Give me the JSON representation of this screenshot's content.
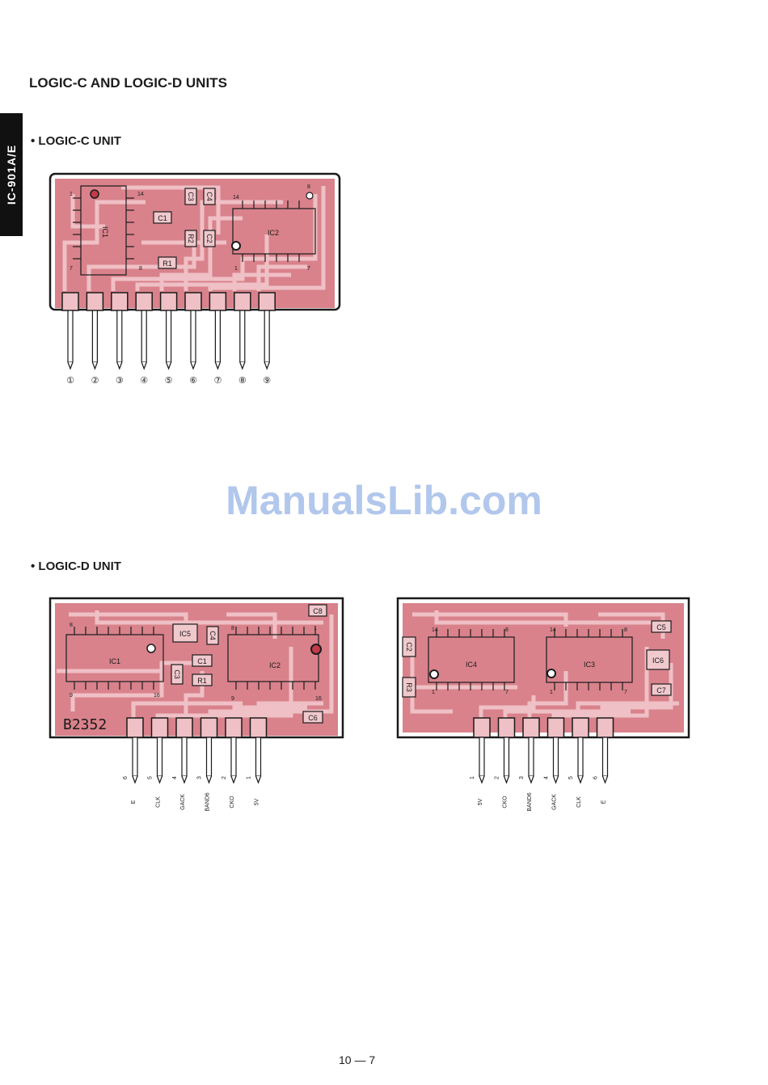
{
  "page": {
    "side_tab": "IC-901A/E",
    "title": "LOGIC-C AND LOGIC-D UNITS",
    "watermark": "ManualsLib.com",
    "page_number": "10 — 7"
  },
  "logic_c": {
    "heading": "• LOGIC-C UNIT",
    "components": [
      "IC1",
      "IC2",
      "C1",
      "C2",
      "C3",
      "C4",
      "R1",
      "R2"
    ],
    "pin_marks": [
      "1",
      "7",
      "14",
      "8",
      "14",
      "8",
      "1",
      "7"
    ],
    "pins": [
      "①",
      "②",
      "③",
      "④",
      "⑤",
      "⑥",
      "⑦",
      "⑧",
      "⑨"
    ]
  },
  "logic_d_left": {
    "heading": "• LOGIC-D UNIT",
    "board_label": "B2352",
    "components": [
      "IC1",
      "IC2",
      "IC5",
      "C1",
      "C3",
      "C4",
      "C6",
      "C8",
      "R1"
    ],
    "pin_marks": [
      "8",
      "9",
      "16",
      "8",
      "1",
      "9",
      "16"
    ],
    "pin_numbers": [
      "6",
      "5",
      "4",
      "3",
      "2",
      "1"
    ],
    "pin_signals": [
      "E",
      "CLK",
      "GACK",
      "BAND6",
      "CKO",
      "5V"
    ]
  },
  "logic_d_right": {
    "components": [
      "IC3",
      "IC4",
      "IC6",
      "C2",
      "C5",
      "C7",
      "R3"
    ],
    "pin_marks": [
      "14",
      "8",
      "1",
      "7",
      "14",
      "8",
      "1",
      "7"
    ],
    "pin_numbers": [
      "1",
      "2",
      "3",
      "4",
      "5",
      "6"
    ],
    "pin_signals": [
      "5V",
      "CKO",
      "BAND6",
      "GACK",
      "CLK",
      "E"
    ]
  },
  "colors": {
    "board": "#d9828c",
    "board_light": "#e8a6ae",
    "trace": "#efc0c5",
    "outline": "#1a1a1a"
  }
}
